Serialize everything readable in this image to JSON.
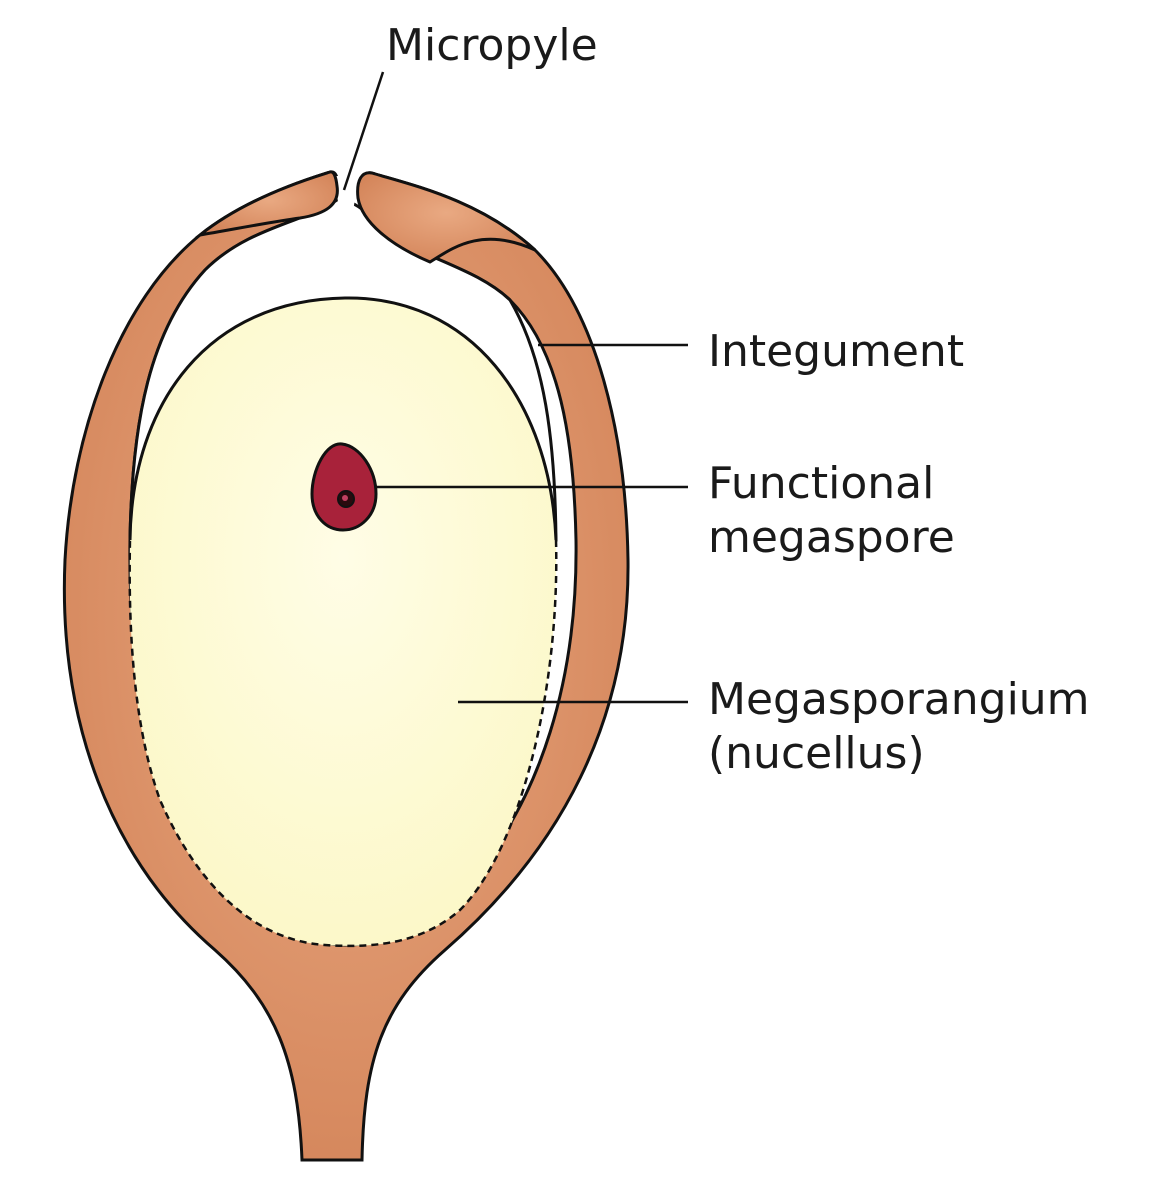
{
  "labels": {
    "micropyle": "Micropyle",
    "integument": "Integument",
    "functional_megaspore_line1": "Functional",
    "functional_megaspore_line2": "megaspore",
    "megasporangium_line1": "Megasporangium",
    "megasporangium_line2": "(nucellus)"
  },
  "colors": {
    "integument": "#d98c60",
    "integument_light": "#e6a57c",
    "nucellus": "#fefbd6",
    "megaspore": "#a8223a",
    "megaspore_nucleus": "#2a0a0e",
    "outline": "#111111"
  }
}
